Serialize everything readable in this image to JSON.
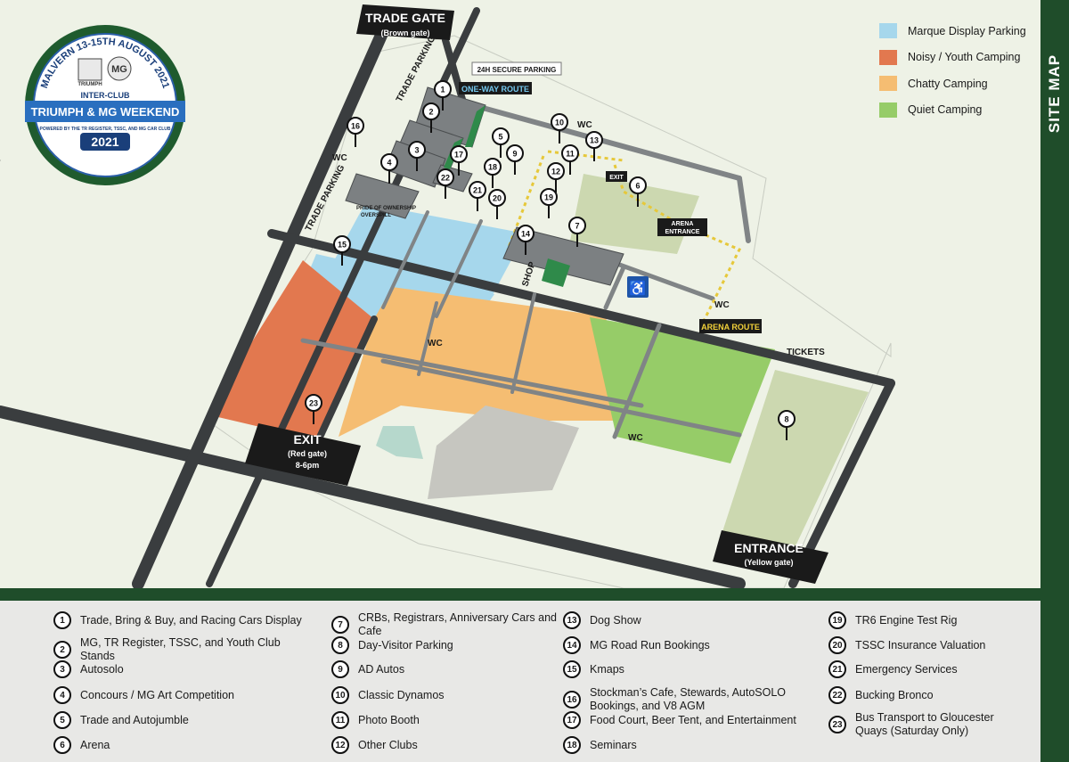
{
  "badge": {
    "arc_text": "MALVERN 13-15TH AUGUST 2021",
    "logo_left": "TRIUMPH",
    "logo_right": "MG",
    "subtitle": "INTER-CLUB",
    "title": "TRIUMPH & MG WEEKEND",
    "powered": "POWERED BY THE TR REGISTER, TSSC, AND MG CAR CLUB",
    "year": "2021"
  },
  "side_label": "SITE MAP",
  "legend": [
    {
      "label": "Marque Display Parking",
      "color": "#a6d7ec"
    },
    {
      "label": "Noisy / Youth Camping",
      "color": "#e2784f"
    },
    {
      "label": "Chatty Camping",
      "color": "#f5bd72"
    },
    {
      "label": "Quiet Camping",
      "color": "#96cc68"
    }
  ],
  "map_labels": {
    "trade_gate": "TRADE GATE",
    "trade_gate_sub": "(Brown gate)",
    "secure_parking": "24H SECURE PARKING",
    "one_way": "ONE-WAY ROUTE",
    "trade_parking_1": "TRADE PARKING",
    "trade_parking_2": "TRADE PARKING",
    "pride_overspill_1": "PRIDE OF OWNERSHIP",
    "pride_overspill_2": "OVERSPILL",
    "shop": "SHOP",
    "exit_small": "EXIT",
    "arena_entrance_1": "ARENA",
    "arena_entrance_2": "ENTRANCE",
    "arena_route": "ARENA ROUTE",
    "tickets": "TICKETS",
    "exit": "EXIT",
    "exit_sub1": "(Red gate)",
    "exit_sub2": "8-6pm",
    "entrance": "ENTRANCE",
    "entrance_sub": "(Yellow gate)",
    "wc": "WC"
  },
  "map_pins": [
    "1",
    "2",
    "3",
    "4",
    "5",
    "6",
    "7",
    "8",
    "9",
    "10",
    "11",
    "12",
    "13",
    "14",
    "15",
    "16",
    "17",
    "18",
    "19",
    "20",
    "21",
    "22",
    "23"
  ],
  "key": [
    {
      "num": "1",
      "text": "Trade, Bring & Buy, and Racing Cars Display"
    },
    {
      "num": "2",
      "text": "MG, TR Register, TSSC, and Youth Club Stands"
    },
    {
      "num": "3",
      "text": "Autosolo"
    },
    {
      "num": "4",
      "text": "Concours / MG Art Competition"
    },
    {
      "num": "5",
      "text": "Trade and Autojumble"
    },
    {
      "num": "6",
      "text": "Arena"
    },
    {
      "num": "7",
      "text": "CRBs, Registrars, Anniversary Cars and Cafe"
    },
    {
      "num": "8",
      "text": "Day-Visitor Parking"
    },
    {
      "num": "9",
      "text": "AD Autos"
    },
    {
      "num": "10",
      "text": "Classic Dynamos"
    },
    {
      "num": "11",
      "text": "Photo Booth"
    },
    {
      "num": "12",
      "text": "Other Clubs"
    },
    {
      "num": "13",
      "text": "Dog Show"
    },
    {
      "num": "14",
      "text": "MG Road Run Bookings"
    },
    {
      "num": "15",
      "text": "Kmaps"
    },
    {
      "num": "16",
      "text": "Stockman’s Cafe, Stewards, AutoSOLO Bookings, and V8 AGM"
    },
    {
      "num": "17",
      "text": "Food Court, Beer Tent, and Entertainment"
    },
    {
      "num": "18",
      "text": "Seminars"
    },
    {
      "num": "19",
      "text": "TR6 Engine Test Rig"
    },
    {
      "num": "20",
      "text": "TSSC Insurance Valuation"
    },
    {
      "num": "21",
      "text": "Emergency Services"
    },
    {
      "num": "22",
      "text": "Bucking Bronco"
    },
    {
      "num": "23",
      "text": "Bus Transport to Gloucester Quays (Saturday Only)"
    }
  ]
}
